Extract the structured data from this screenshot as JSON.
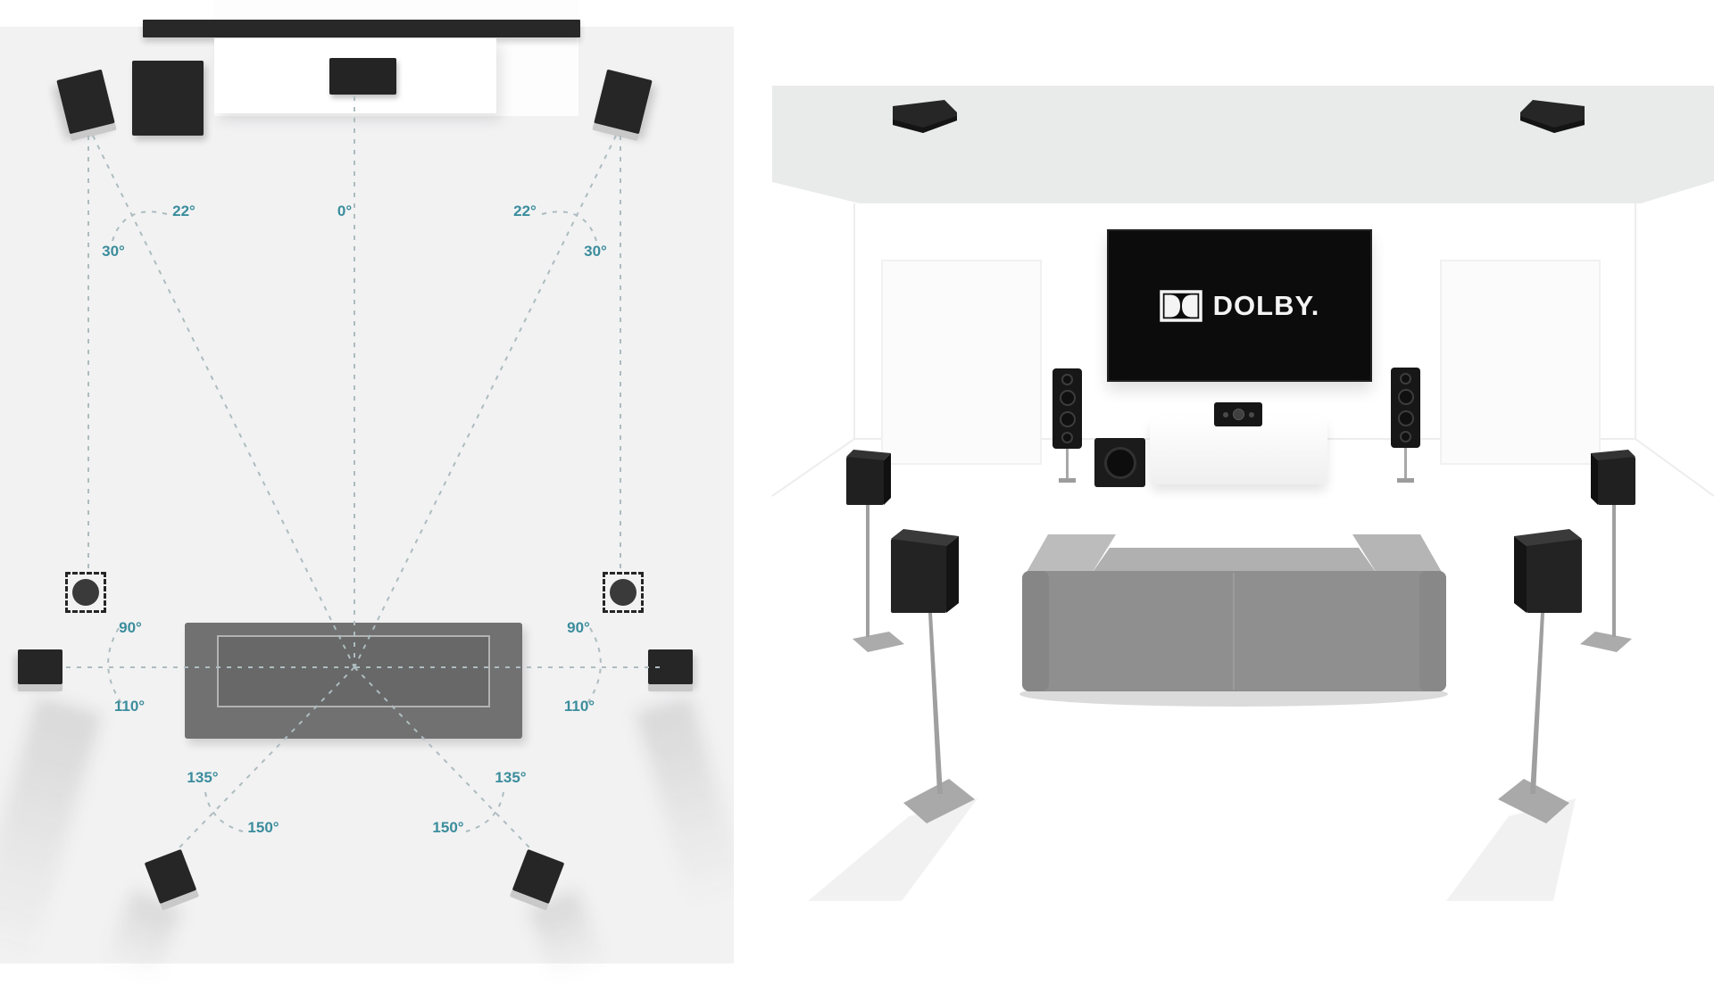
{
  "diagram": {
    "angle_labels": {
      "front_axis": "0°",
      "front": "22°",
      "front_max": "30°",
      "side": "90°",
      "side_max": "110°",
      "rear": "135°",
      "rear_max": "150°"
    }
  },
  "room": {
    "tv_brand": "DOLBY."
  },
  "colors": {
    "accent_teal": "#3b8d9c",
    "dash_line": "#adbcbf",
    "diagram_background": "#f2f2f3",
    "speaker_black": "#262626",
    "tv_screen_black": "#0c0c0c",
    "sofa_gray": "#8f8f8f",
    "ceiling_gray": "#e9eaea"
  },
  "icons": {
    "overhead_speaker": "ceiling-speaker-circle",
    "dolby_logo": "dolby-double-d"
  }
}
